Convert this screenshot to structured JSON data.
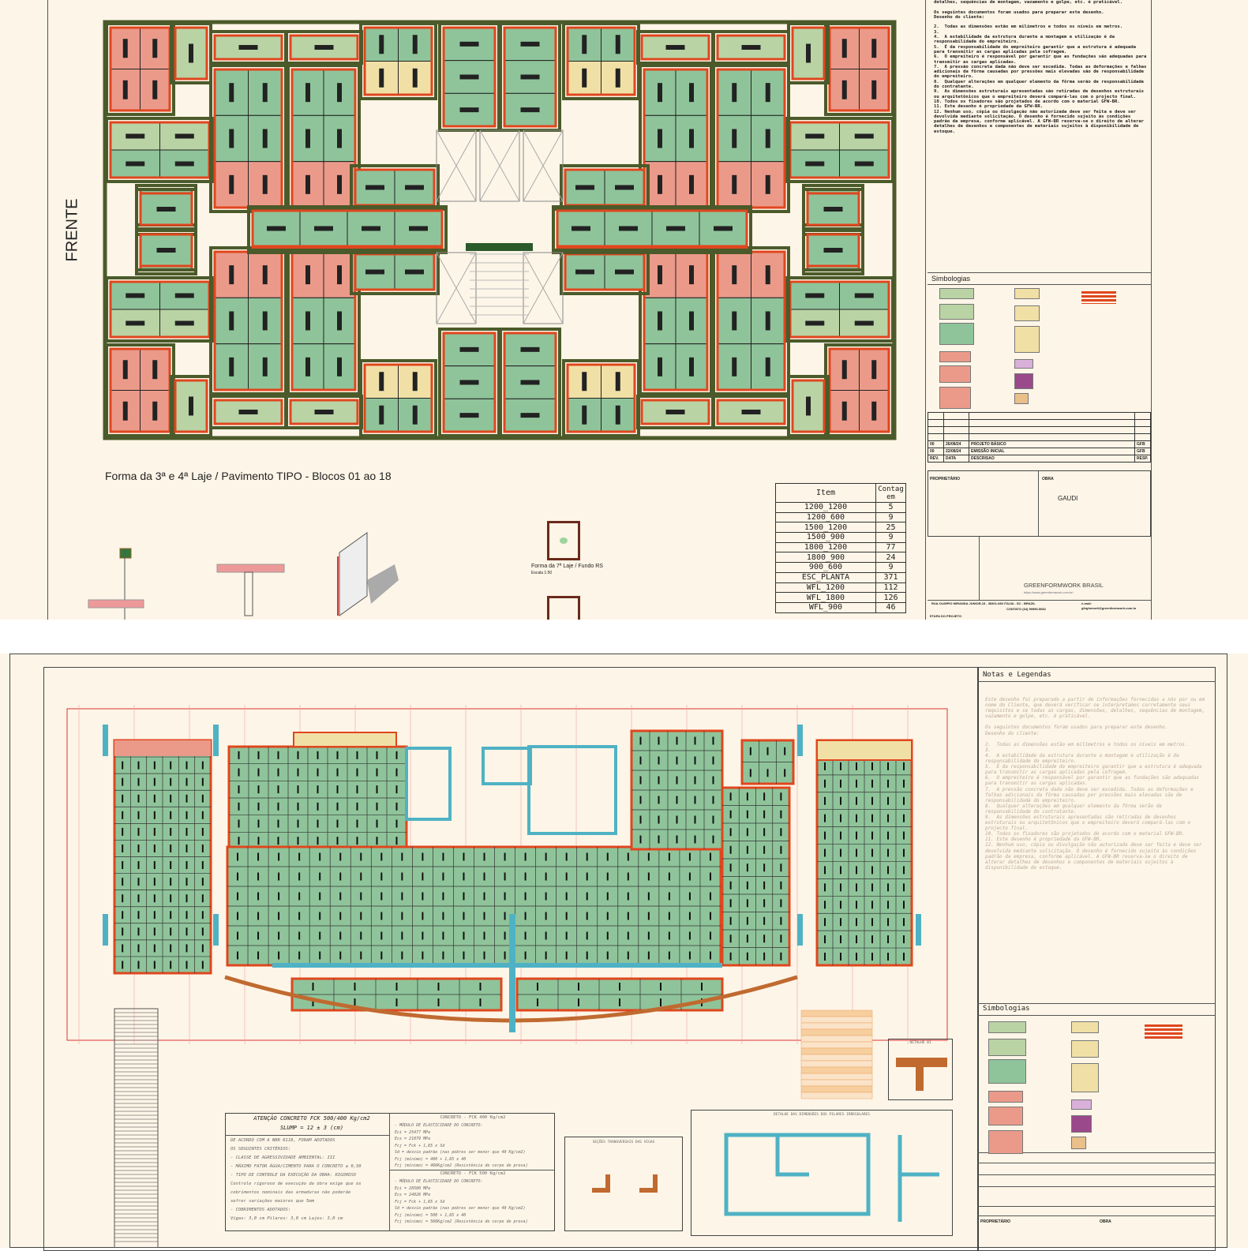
{
  "top_sheet": {
    "front_label": "FRENTE",
    "plan_title": "Forma da 3ª e 4ª Laje / Pavimento TIPO - Blocos 01 ao 18",
    "small_plan_title": "Forma da 7ª Laje / Fundo RS",
    "small_plan_scale": "Escala 1:50",
    "quantity_table": {
      "headers": [
        "Item",
        "Contagem"
      ],
      "rows": [
        [
          "1200_1200",
          "5"
        ],
        [
          "1200_600",
          "9"
        ],
        [
          "1500_1200",
          "25"
        ],
        [
          "1500_900",
          "9"
        ],
        [
          "1800_1200",
          "77"
        ],
        [
          "1800_900",
          "24"
        ],
        [
          "900_600",
          "9"
        ],
        [
          "ESC_PLANTA",
          "371"
        ],
        [
          "WFL_1200",
          "112"
        ],
        [
          "WFL_1800",
          "126"
        ],
        [
          "WFL_900",
          "46"
        ]
      ]
    },
    "notes": "detalhes, sequências de montagem, vazamento e golpe, etc. é praticável.\n\nOs seguintes documentos foram usados para preparar este desenho.\nDesenho do cliente:\n\n2.  Todas as dimensões estão em milímetros e todos os níveis em metros.\n3.\n4.  A estabilidade da estrutura durante a montagem e utilização é da responsabilidade do empreiteiro.\n5.  É da responsabilidade do empreiteiro garantir que a estrutura é adequada para transmitir as cargas aplicadas pela cofragem.\n6.  O empreiteiro é responsável por garantir que as fundações são adequadas para transmitir as cargas aplicadas.\n7.  A pressão concreta dada não deve ser excedida. Todas as deformações e falhas adicionais da fôrma causadas por pressões mais elevadas são de responsabilidade do empreiteiro.\n8.  Qualquer alterações em qualquer elemento da fôrma serão de responsabilidade do contratante.\n9.  As dimensões estruturais apresentadas são retiradas de desenhos estruturais ou arquitetônicos que o empreiteiro deverá compará-las com o projecto final.\n10. Todos os fixadores são projetados de acordo com o material GFW-BR.\n11. Este desenho é propriedade da GFW-BR.\n12. Nenhum uso, cópia ou divulgação não autorizada deve ser feita e deve ser devolvida mediante solicitação. O desenho é fornecido sujeito às condições padrão da empresa, conforme aplicável. A GFW-BR reserva-se o direito de alterar detalhes de desenhos e componentes de materiais sujeitos à disponibilidade de estoque.",
    "legend_title": "Simbologias",
    "revisions": [
      [
        "00",
        "26/08/24",
        "PROJETO BÁSICO",
        "GFB"
      ],
      [
        "00",
        "22/08/24",
        "EMISSÃO INICIAL",
        "GFB"
      ]
    ],
    "rev_headers": [
      "REV.",
      "DATA",
      "DESCRISAO",
      "RESP."
    ],
    "owner_label": "PROPRIETÁRIO",
    "work_label": "OBRA",
    "work_name": "GAUDI",
    "company": "GREENFORMWORK BRASIL",
    "website": "https://www.greenformwork.com.br/",
    "address": "RUA OLIMPIO MIRANDA JUNIOR,15 - 38301-080 ITAJAI - SC - BRAZIL",
    "contact": "CONTATO (34) 99999-5082",
    "email_label": "e-mail:",
    "email": "gfvghenorti@greenformwork.com.br",
    "stage_label": "ETAPA DO PROJETO"
  },
  "bottom_sheet": {
    "notes_title": "Notas e Legendas",
    "notes": "Este desenho foi preparado a partir de informações fornecidas a nós por ou em nome do Cliente, que deverá verificar se interpretamos corretamente seus requisitos e se todas as cargas, dimensões, detalhes, sequências de montagem, vazamento e golpe, etc. é praticável.\n\nOs seguintes documentos foram usados para preparar este desenho.\nDesenho do cliente:\n\n2.  Todas as dimensões estão em milímetros e todos os níveis em metros.\n3.\n4.  A estabilidade da estrutura durante a montagem e utilização é da responsabilidade do empreiteiro.\n5.  É da responsabilidade do empreiteiro garantir que a estrutura é adequada para transmitir as cargas aplicadas pela cofragem.\n6.  O empreiteiro é responsável por garantir que as fundações são adequadas para transmitir as cargas aplicadas.\n7.  A pressão concreta dada não deve ser excedida. Todas as deformações e falhas adicionais da fôrma causadas por pressões mais elevadas são de responsabilidade do empreiteiro.\n8.  Qualquer alterações em qualquer elemento da fôrma serão de responsabilidade do contratante.\n9.  As dimensões estruturais apresentadas são retiradas de desenhos estruturais ou arquitetônicos que o empreiteiro deverá compará-las com o projecto final.\n10. Todos os fixadores são projetados de acordo com o material GFW-BR.\n11. Este desenho é propriedade da GFW-BR.\n12. Nenhum uso, cópia ou divulgação não autorizada deve ser feita e deve ser devolvida mediante solicitação. O desenho é fornecido sujeito às condições padrão da empresa, conforme aplicável. A GFW-BR reserva-se o direito de alterar detalhes de desenhos e componentes de materiais sujeitos à disponibilidade de estoque.",
    "legend_title": "Simbologias",
    "concrete_title": "ATENÇÃO CONCRETO FCK 500/400 Kg/cm2",
    "slump": "SLUMP = 12 ± 3 (cm)",
    "criteria": [
      "DE ACORDO COM A NBR 6118, FORAM ADOTADOS",
      "OS SEGUINTES CRITÉRIOS:",
      "- CLASSE DE AGRESSIVIDADE AMBIENTAL: III",
      "- MÁXIMO FATOR ÁGUA/CIMENTO PARA O CONCRETO ≤ 0,50",
      "- TIPO DE CONTROLE DA EXECUÇÃO DA OBRA: RIGOROSO",
      "Controle rigoroso de execução da obra exige que os",
      "cobrimentos nominais das armaduras não poderão",
      "sofrer variações maiores que 5mm",
      "- COBRIMENTOS ADOTADOS:",
      "Vigas: 3,0 cm    Pilares: 3,0 cm    Lajes: 3,0 cm"
    ],
    "concrete_a_title": "CONCRETO - FCK 400 Kg/cm2",
    "concrete_a": [
      "- MÓDULO DE ELASTICIDADE DO CONCRETO:",
      "Eci = 25477 MPa",
      "Ecs = 21879 MPa",
      "Fcj = Fck + 1,65 x Sd",
      "Sd = desvio padrão (nas pobres   ser menor que 40 Kg/cm2)",
      "Fcj (mínimo) = 400 + 1,65 x 40",
      "Fcj (mínimo) = 466Kg/cm2  (Resistência do corpo de prova)"
    ],
    "concrete_b_title": "CONCRETO - FCK 500 Kg/cm2",
    "concrete_b": [
      "- MÓDULO DE ELASTICIDADE DO CONCRETO:",
      "Eci = 28500 MPa",
      "Ecs = 24826 MPa",
      "Fcj = Fck + 1,65 x Sd",
      "Sd = desvio padrão (nas pobres   ser menor que 40 Kg/cm2)",
      "Fcj (mínimo) = 500 + 1,65 x 40",
      "Fcj (mínimo) = 566Kg/cm2  (Resistência do corpo de prova)"
    ],
    "beam_sections_title": "SEÇÕES TRANSVERSAIS DAS VIGAS",
    "pillar_details_title": "DETALHE DAS DIMENSÕES DOS PILARES IRREGULARES",
    "detail_title": "DETALHE 01",
    "owner_label": "PROPRIETÁRIO",
    "work_label": "OBRA"
  },
  "colors": {
    "paper": "#fdf5e7",
    "green": "#8fc49a",
    "light_green": "#b9d3a5",
    "pink": "#eb9a8a",
    "yellow": "#f1e0a6",
    "wall": "#4b5a2a",
    "red_edge": "#e0461e",
    "cyan": "#4fb2c4"
  }
}
